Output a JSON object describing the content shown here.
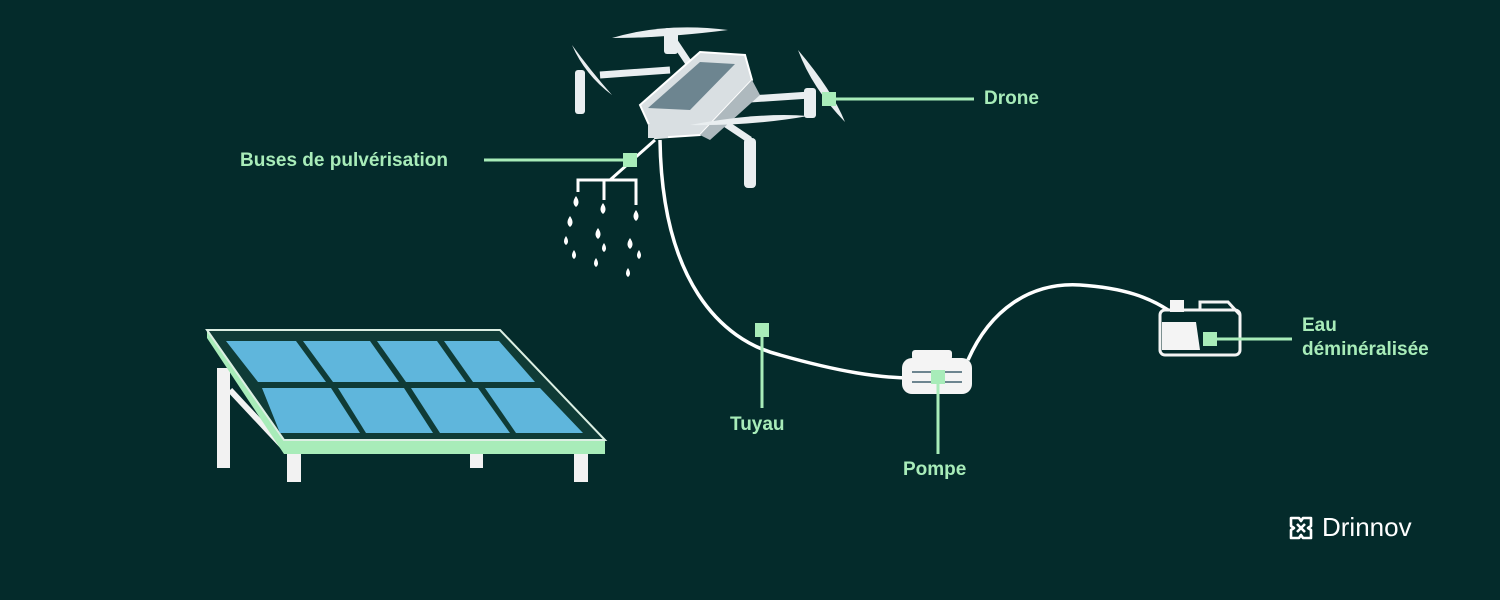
{
  "labels": {
    "drone": "Drone",
    "nozzles": "Buses de pulvérisation",
    "hose": "Tuyau",
    "pump": "Pompe",
    "water_line1": "Eau",
    "water_line2": "déminéralisée"
  },
  "brand": {
    "name": "Drinnov",
    "logo_icon": "drinnov-mark-icon"
  },
  "colors": {
    "background": "#042b2b",
    "accent": "#a8ecb9",
    "line": "#ffffff",
    "panel_cell": "#5fb6dc"
  }
}
